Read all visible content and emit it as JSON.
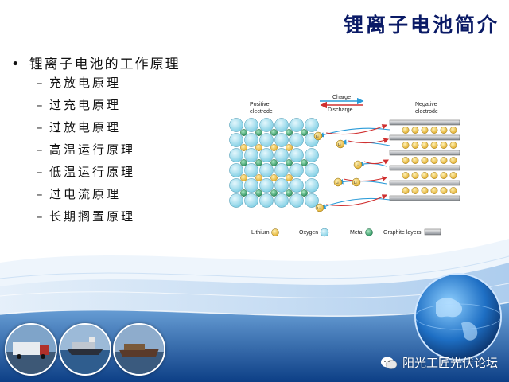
{
  "slide": {
    "title": "锂离子电池简介",
    "bullet": "锂离子电池的工作原理",
    "items": [
      "充放电原理",
      "过充电原理",
      "过放电原理",
      "高温运行原理",
      "低温运行原理",
      "过电流原理",
      "长期搁置原理"
    ]
  },
  "diagram": {
    "positive_label_1": "Positive",
    "positive_label_2": "electrode",
    "negative_label_1": "Negative",
    "negative_label_2": "electrode",
    "charge_label": "Charge",
    "discharge_label": "Discharge",
    "legend": {
      "lithium": "Lithium",
      "oxygen": "Oxygen",
      "metal": "Metal",
      "graphite": "Graphite layers"
    },
    "ion_label": "Li"
  },
  "watermark": {
    "text": "阳光工匠光伏论坛"
  },
  "icons": [
    "truck-photo",
    "ship-photo",
    "ship-photo-2",
    "globe-icon",
    "wechat-icon"
  ],
  "colors": {
    "title": "#0a1a66",
    "lithium": "#f2c230",
    "oxygen": "#8fd8ec",
    "metal": "#2fa86a",
    "charge_arrow": "#2a9bd8",
    "discharge_arrow": "#d03030",
    "background_blue": "#1d5fa8"
  }
}
